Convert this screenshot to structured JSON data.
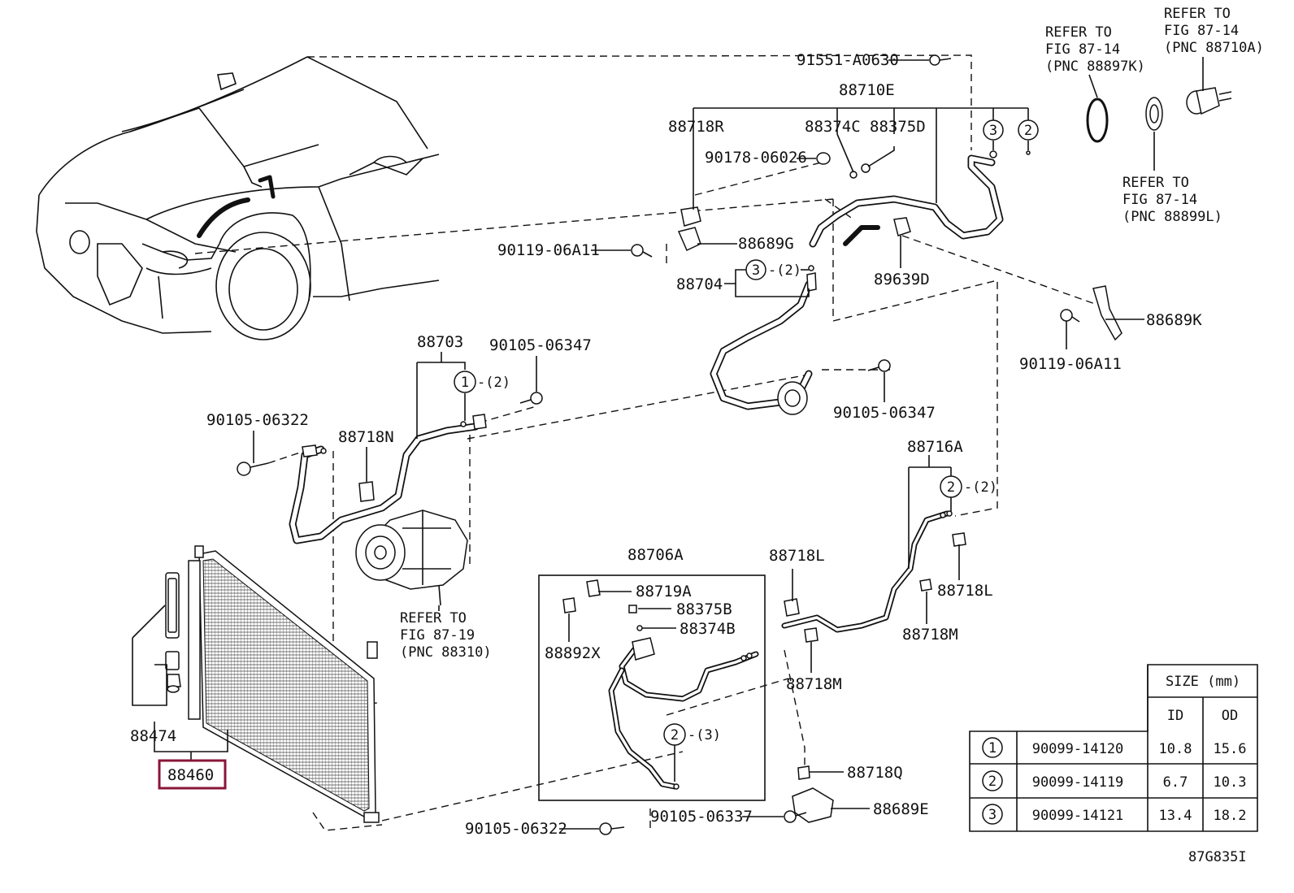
{
  "figure_id": "87G835I",
  "highlighted_part": "88460",
  "callouts": {
    "p91551_A0630": "91551-A0630",
    "p88710E": "88710E",
    "p88718R": "88718R",
    "p88374C": "88374C",
    "p88375D": "88375D",
    "p90178_06026": "90178-06026",
    "p88689G": "88689G",
    "p90119_06A11_left": "90119-06A11",
    "p88704": "88704",
    "p89639D": "89639D",
    "p88689K": "88689K",
    "p90119_06A11_right": "90119-06A11",
    "p88703": "88703",
    "p90105_06347_top": "90105-06347",
    "p90105_06347_mid": "90105-06347",
    "p90105_06322_left": "90105-06322",
    "p88718N": "88718N",
    "p88716A": "88716A",
    "p88706A": "88706A",
    "p88719A": "88719A",
    "p88375B": "88375B",
    "p88374B": "88374B",
    "p88892X": "88892X",
    "p88718L_left": "88718L",
    "p88718L_right": "88718L",
    "p88718M_left": "88718M",
    "p88718M_right": "88718M",
    "p88474": "88474",
    "p88460": "88460",
    "p88718Q": "88718Q",
    "p88689E": "88689E",
    "p90105_06322_bottom": "90105-06322",
    "p90105_06337": "90105-06337"
  },
  "circle_marks": {
    "m3_top": "3",
    "m2_top": "2",
    "m3_88704": "3",
    "m1_88703": "1",
    "m2_88716A": "2",
    "m2_88706A": "2"
  },
  "qty_notes": {
    "q88704": "-(2)",
    "q88703": "-(2)",
    "q88716A": "-(2)",
    "q88706A": "-(3)"
  },
  "refer_notes": {
    "r1": [
      "REFER TO",
      "FIG 87-14",
      "(PNC 88710A)"
    ],
    "r2": [
      "REFER TO",
      "FIG 87-14",
      "(PNC 88897K)"
    ],
    "r3": [
      "REFER TO",
      "FIG 87-14",
      "(PNC 88899L)"
    ],
    "r4": [
      "REFER TO",
      "FIG 87-19",
      "(PNC 88310)"
    ]
  },
  "size_table": {
    "title": "SIZE (mm)",
    "col_id": "ID",
    "col_od": "OD",
    "rows": [
      {
        "mark": "1",
        "part": "90099-14120",
        "id": "10.8",
        "od": "15.6"
      },
      {
        "mark": "2",
        "part": "90099-14119",
        "id": "6.7",
        "od": "10.3"
      },
      {
        "mark": "3",
        "part": "90099-14121",
        "id": "13.4",
        "od": "18.2"
      }
    ]
  }
}
